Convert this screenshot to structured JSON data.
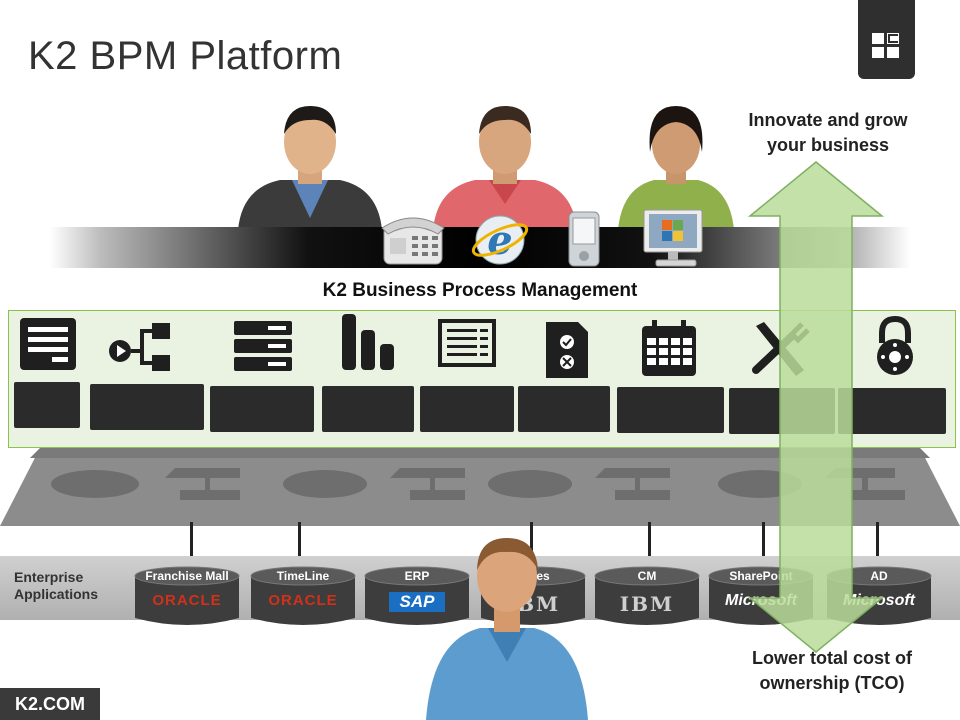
{
  "header": {
    "title": "K2 BPM Platform"
  },
  "brand": {
    "footer_text": "K2.COM",
    "logo_icon": "k2-blocks-icon"
  },
  "goals": {
    "top_line1": "Innovate and grow",
    "top_line2": "your business",
    "bottom_line1": "Lower total cost of",
    "bottom_line2": "ownership (TCO)"
  },
  "devices": [
    "desk-phone-icon",
    "internet-explorer-icon",
    "pda-icon",
    "office-monitor-icon"
  ],
  "platform": {
    "label": "K2 Business Process Management",
    "modules": [
      {
        "icon": "form-icon"
      },
      {
        "icon": "workflow-icon"
      },
      {
        "icon": "server-stack-icon"
      },
      {
        "icon": "bar-chart-icon"
      },
      {
        "icon": "report-list-icon"
      },
      {
        "icon": "document-approval-icon"
      },
      {
        "icon": "calendar-icon"
      },
      {
        "icon": "tools-icon"
      },
      {
        "icon": "security-lock-icon"
      }
    ]
  },
  "enterprise": {
    "label_line1": "Enterprise",
    "label_line2": "Applications",
    "systems": [
      {
        "name": "Franchise Mall",
        "vendor": "ORACLE"
      },
      {
        "name": "TimeLine",
        "vendor": "ORACLE"
      },
      {
        "name": "ERP",
        "vendor": "SAP"
      },
      {
        "name": "Notes",
        "vendor": "IBM"
      },
      {
        "name": "CM",
        "vendor": "IBM"
      },
      {
        "name": "SharePoint",
        "vendor": "Microsoft"
      },
      {
        "name": "AD",
        "vendor": "Microsoft"
      }
    ]
  },
  "colors": {
    "arrow_green": "#b9dc9a",
    "arrow_border": "#7fb061",
    "platform_border": "#8bc34a",
    "oracle_red": "#d0311a",
    "sap_blue": "#1a6fc2"
  }
}
